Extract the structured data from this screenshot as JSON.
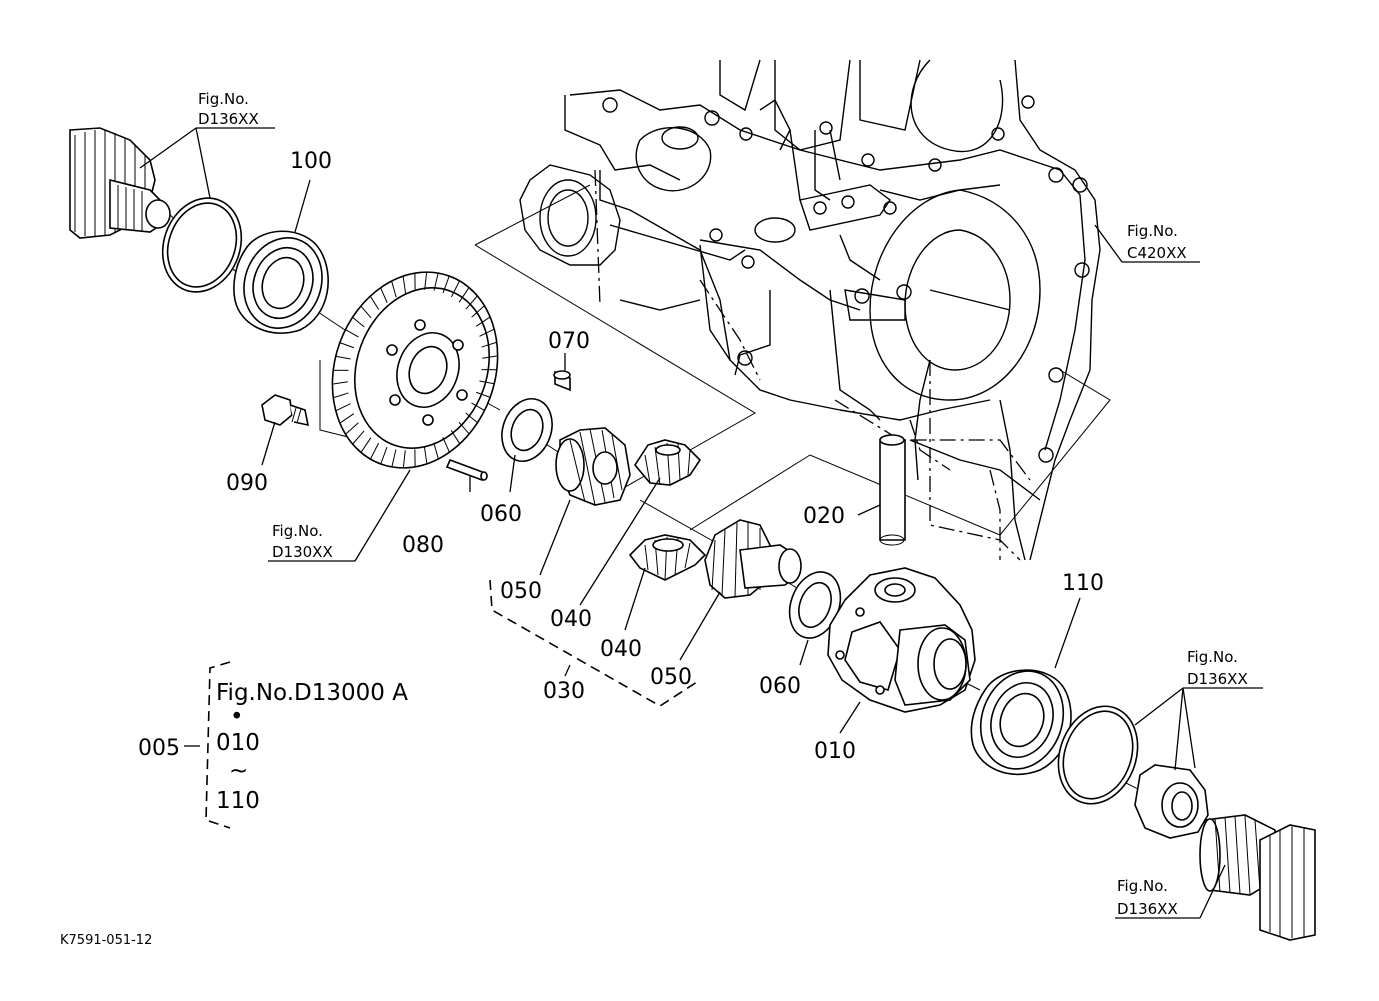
{
  "drawing_code": "K7591-051-12",
  "fig_prefix": "Fig.No.",
  "fig_refs": {
    "d136_top": "D136XX",
    "c420": "C420XX",
    "d130": "D130XX",
    "d136_right": "D136XX",
    "d136_bottom": "D136XX"
  },
  "callouts": {
    "p100": "100",
    "p070": "070",
    "p090": "090",
    "p080": "080",
    "p060a": "060",
    "p050a": "050",
    "p040a": "040",
    "p040b": "040",
    "p050b": "050",
    "p030": "030",
    "p020": "020",
    "p060b": "060",
    "p110": "110",
    "p010": "010"
  },
  "assembly": {
    "id": "005",
    "fig": "Fig.No.D13000  A",
    "dot": "•",
    "from": "010",
    "tilde": "~",
    "to": "110"
  }
}
